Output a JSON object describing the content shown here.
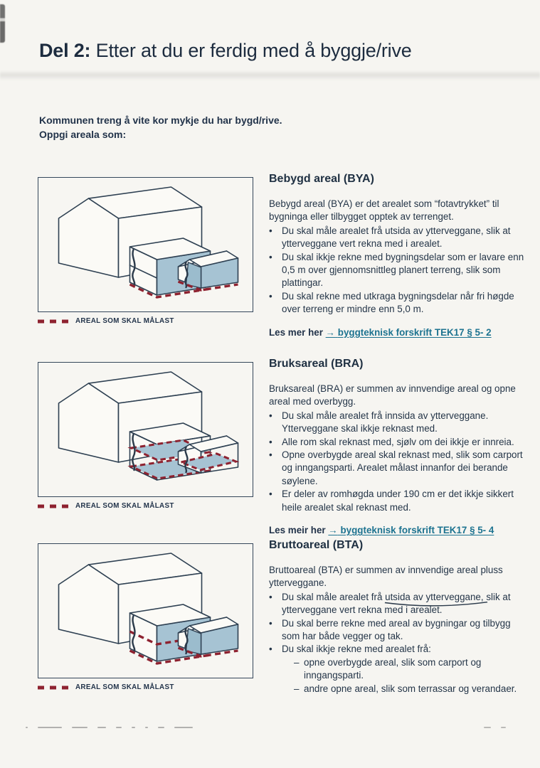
{
  "page": {
    "title_prefix": "Del 2:",
    "title_rest": "Etter at du er ferdig med å byggje/rive",
    "intro_line1": "Kommunen treng å vite kor mykje du har bygd/rive.",
    "intro_line2": "Oppgi areala som:"
  },
  "glyphs": {
    "arrow": "→",
    "bullet": "•",
    "dash": "–"
  },
  "legend": {
    "label": "AREAL SOM SKAL MÅLAST"
  },
  "colors": {
    "ink": "#243548",
    "accent_red": "#8e2230",
    "fill_blue": "#a6c3d3",
    "link_teal": "#1d7390",
    "paper": "#f6f5f1"
  },
  "sections": [
    {
      "title": "Bebygd areal (BYA)",
      "intro": "Bebygd areal (BYA) er det arealet som “fotavtrykket” til bygninga eller tilbygget opptek av terrenget.",
      "bullets": [
        "Du skal måle arealet frå utsida av ytterveggane, slik at ytterveggane vert rekna med i arealet.",
        "Du skal ikkje rekne med bygningsdelar som er lavare enn 0,5 m over gjennomsnittleg planert terreng, slik som plattingar.",
        "Du skal rekne med utkraga bygningsdelar når fri høgde over terreng er mindre enn 5,0 m."
      ],
      "more_prefix": "Les mer her",
      "more_link": "byggteknisk forskrift TEK17 § 5- 2"
    },
    {
      "title": "Bruksareal (BRA)",
      "intro": "Bruksareal (BRA) er summen av innvendige areal og opne areal med overbygg.",
      "bullets": [
        "Du skal måle arealet frå innsida av ytterveggane. Ytterveggane skal ikkje reknast med.",
        "Alle rom skal reknast med, sjølv om dei ikkje er innreia.",
        "Opne overbygde areal skal reknast med, slik som carport og inngangsparti. Arealet målast innanfor dei berande søylene.",
        "Er deler av romhøgda under 190 cm er det ikkje sikkert heile arealet skal reknast med."
      ],
      "more_prefix": "Les meir her",
      "more_link": "byggteknisk forskrift TEK17 § 5- 4"
    },
    {
      "title": "Bruttoareal (BTA)",
      "intro": "Bruttoareal (BTA) er summen av innvendige areal pluss ytterveggane.",
      "bullet1_pre": "Du skal måle arealet frå ",
      "bullet1_marked": "utsida av ytterveggane,",
      "bullet1_post": " slik at ytterveggane vert rekna med i arealet.",
      "bullets": [
        "Du skal berre rekne med areal av bygningar og tilbygg som har både vegger og tak.",
        "Du skal ikkje rekne med arealet frå:"
      ],
      "sub_bullets": [
        "opne overbygde areal, slik som carport og inngangsparti.",
        "andre opne areal, slik som terrassar og verandaer."
      ]
    }
  ]
}
